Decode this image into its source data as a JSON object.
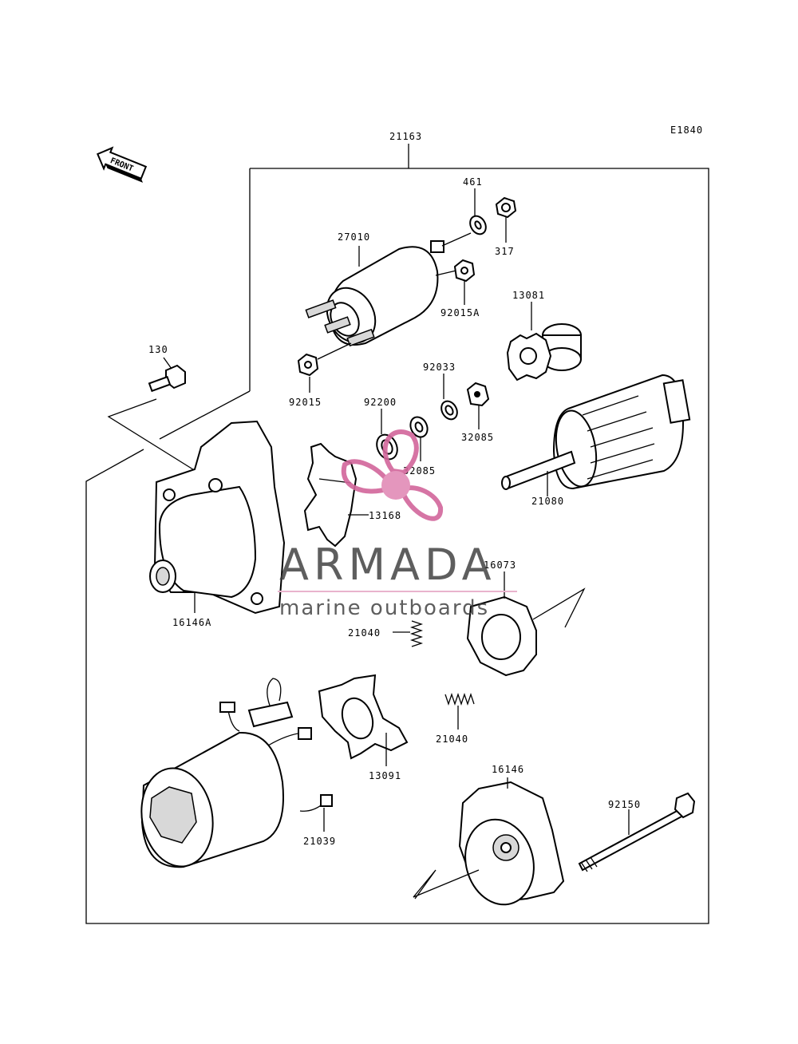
{
  "diagram_code": "E1840",
  "front_arrow_label": "FRONT",
  "labels": {
    "assembly": "21163",
    "washer_461": "461",
    "nut_317": "317",
    "solenoid": "27010",
    "nut_92015A": "92015A",
    "clutch_13081": "13081",
    "bolt_130": "130",
    "nut_92015": "92015",
    "washer_92033": "92033",
    "washer_92200": "92200",
    "packing_32085a": "32085",
    "packing_32085b": "32085",
    "armature": "21080",
    "lever": "13168",
    "housing_front": "16146A",
    "plate_16073": "16073",
    "spring_a": "21040",
    "spring_b": "21040",
    "brush_holder": "13091",
    "cover_rear": "16146",
    "bolt_92150": "92150",
    "brush_21039": "21039"
  },
  "watermark": {
    "brand": "ARMADA",
    "tagline": "marine outboards",
    "logo_color": "#d2669b",
    "logo_light": "#e9b3cd"
  }
}
